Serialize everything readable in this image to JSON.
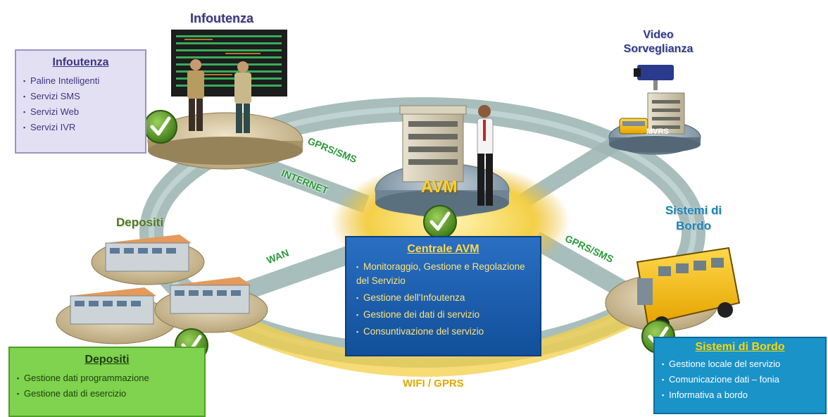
{
  "node_titles": {
    "infoutenza": "Infoutenza",
    "video": [
      "Video",
      "Sorveglianza"
    ],
    "depositi": "Depositi",
    "bordo": [
      "Sistemi di",
      "Bordo"
    ],
    "avm": "AVM",
    "mvrs": "MVRS"
  },
  "link_labels": {
    "gprs_sms_top": "GPRS/SMS",
    "internet": "INTERNET",
    "wan": "WAN",
    "gprs_sms_right": "GPRS/SMS",
    "wifi_gprs": "WIFI / GPRS"
  },
  "boxes": {
    "infoutenza": {
      "title": "Infoutenza",
      "items": [
        "Paline Intelligenti",
        "Servizi SMS",
        "Servizi Web",
        "Servizi IVR"
      ]
    },
    "centrale": {
      "title": "Centrale AVM",
      "items": [
        "Monitoraggio, Gestione e Regolazione del Servizio",
        "Gestione dell'Infoutenza",
        "Gestione dei dati di servizio",
        "Consuntivazione del servizio"
      ]
    },
    "depositi": {
      "title": "Depositi",
      "items": [
        "Gestione dati programmazione",
        "Gestione dati di esercizio"
      ]
    },
    "bordo": {
      "title": "Sistemi di Bordo",
      "items": [
        "Gestione locale del servizio",
        "Comunicazione dati – fonia",
        "Informativa a bordo"
      ]
    }
  },
  "colors": {
    "ring": "#9fb7b5",
    "ring_inner_glow": "#f2c53a",
    "check_green": "#5a9a2c",
    "infoutenza_title": "#3b3680",
    "video_title": "#2f3a8c",
    "depositi_title": "#4f7a1e",
    "bordo_title": "#1b84b8"
  }
}
